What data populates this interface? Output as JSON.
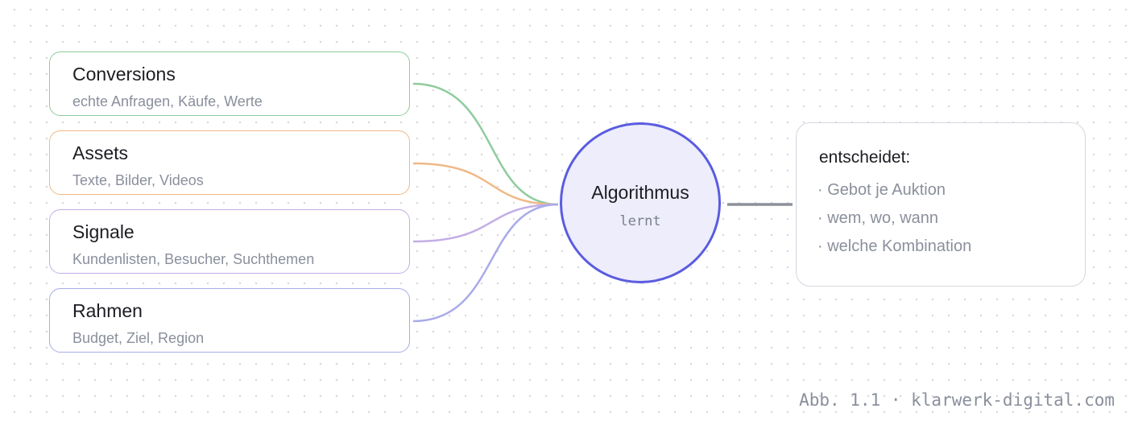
{
  "inputs": [
    {
      "title": "Conversions",
      "subtitle": "echte Anfragen, Käufe, Werte",
      "color": "#8fcc9e"
    },
    {
      "title": "Assets",
      "subtitle": "Texte, Bilder, Videos",
      "color": "#f0b987"
    },
    {
      "title": "Signale",
      "subtitle": "Kundenlisten, Besucher, Suchthemen",
      "color": "#c2aee6"
    },
    {
      "title": "Rahmen",
      "subtitle": "Budget, Ziel, Region",
      "color": "#a9abe9"
    }
  ],
  "center": {
    "title": "Algorithmus",
    "subtitle": "lernt",
    "color": "#5a5ce0",
    "fill": "#ededfb"
  },
  "decision": {
    "title": "entscheidet:",
    "items": [
      "· Gebot je Auktion",
      "· wem, wo, wann",
      "· welche Kombination"
    ]
  },
  "connector_color": "#8d909a",
  "caption": "Abb. 1.1 · klarwerk-digital.com"
}
